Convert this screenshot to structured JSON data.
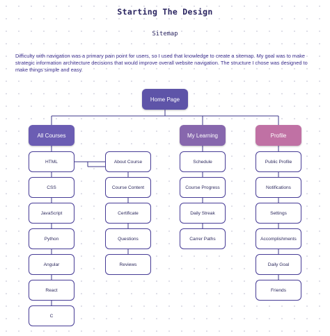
{
  "header": {
    "title": "Starting The Design",
    "subtitle": "Sitemap",
    "intro": "Difficulty with navigation was a primary pain point for users, so I used that knowledge to create a sitemap. My goal was to make strategic information architecture decisions that would improve overall website navigation. The structure I chose was designed to make things simple and easy."
  },
  "colors": {
    "home": "#5e54a8",
    "courses": "#6b5db3",
    "learning": "#8767ad",
    "profile": "#c071a4",
    "connector": "#3b3489",
    "box_border": "#463b95"
  },
  "sitemap": {
    "home": "Home Page",
    "all_courses": {
      "label": "All Courses",
      "languages": [
        "HTML",
        "CSS",
        "JavaScript",
        "Python",
        "Angular",
        "React",
        "C"
      ],
      "pages": [
        "About Course",
        "Course Content",
        "Certificate",
        "Questions",
        "Reviews"
      ]
    },
    "my_learning": {
      "label": "My Learning",
      "children": [
        "Schedule",
        "Course Progress",
        "Daily Streak",
        "Carrer Paths"
      ]
    },
    "profile": {
      "label": "Profile",
      "children": [
        "Public Profile",
        "Notifications",
        "Settings",
        "Accomplishments",
        "Daily Goal",
        "Friends"
      ]
    }
  }
}
